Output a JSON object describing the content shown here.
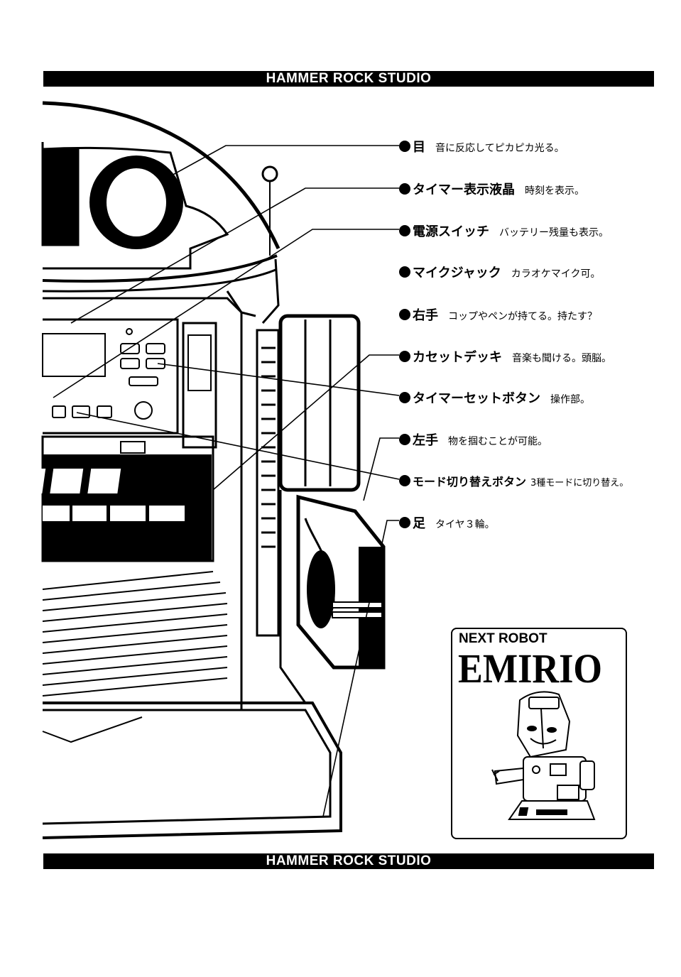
{
  "header": {
    "studio_top": "HAMMER ROCK STUDIO",
    "studio_bottom": "HAMMER ROCK STUDIO"
  },
  "callouts": [
    {
      "label": "目",
      "desc": "音に反応してピカピカ光る。"
    },
    {
      "label": "タイマー表示液晶",
      "desc": "時刻を表示。"
    },
    {
      "label": "電源スイッチ",
      "desc": "バッテリー残量も表示。"
    },
    {
      "label": "マイクジャック",
      "desc": "カラオケマイク可。"
    },
    {
      "label": "右手",
      "desc": "コップやペンが持てる。持たす？"
    },
    {
      "label": "カセットデッキ",
      "desc": "音楽も聞ける。頭脳。"
    },
    {
      "label": "タイマーセットボタン",
      "desc": "操作部。"
    },
    {
      "label": "左手",
      "desc": "物を掴むことが可能。"
    },
    {
      "label": "モード切り替えボタン",
      "desc": "3種モードに切り替え。"
    },
    {
      "label": "足",
      "desc": "タイヤ３輪。"
    }
  ],
  "product": {
    "subtitle": "NEXT ROBOT",
    "name": "EMIRIO"
  }
}
